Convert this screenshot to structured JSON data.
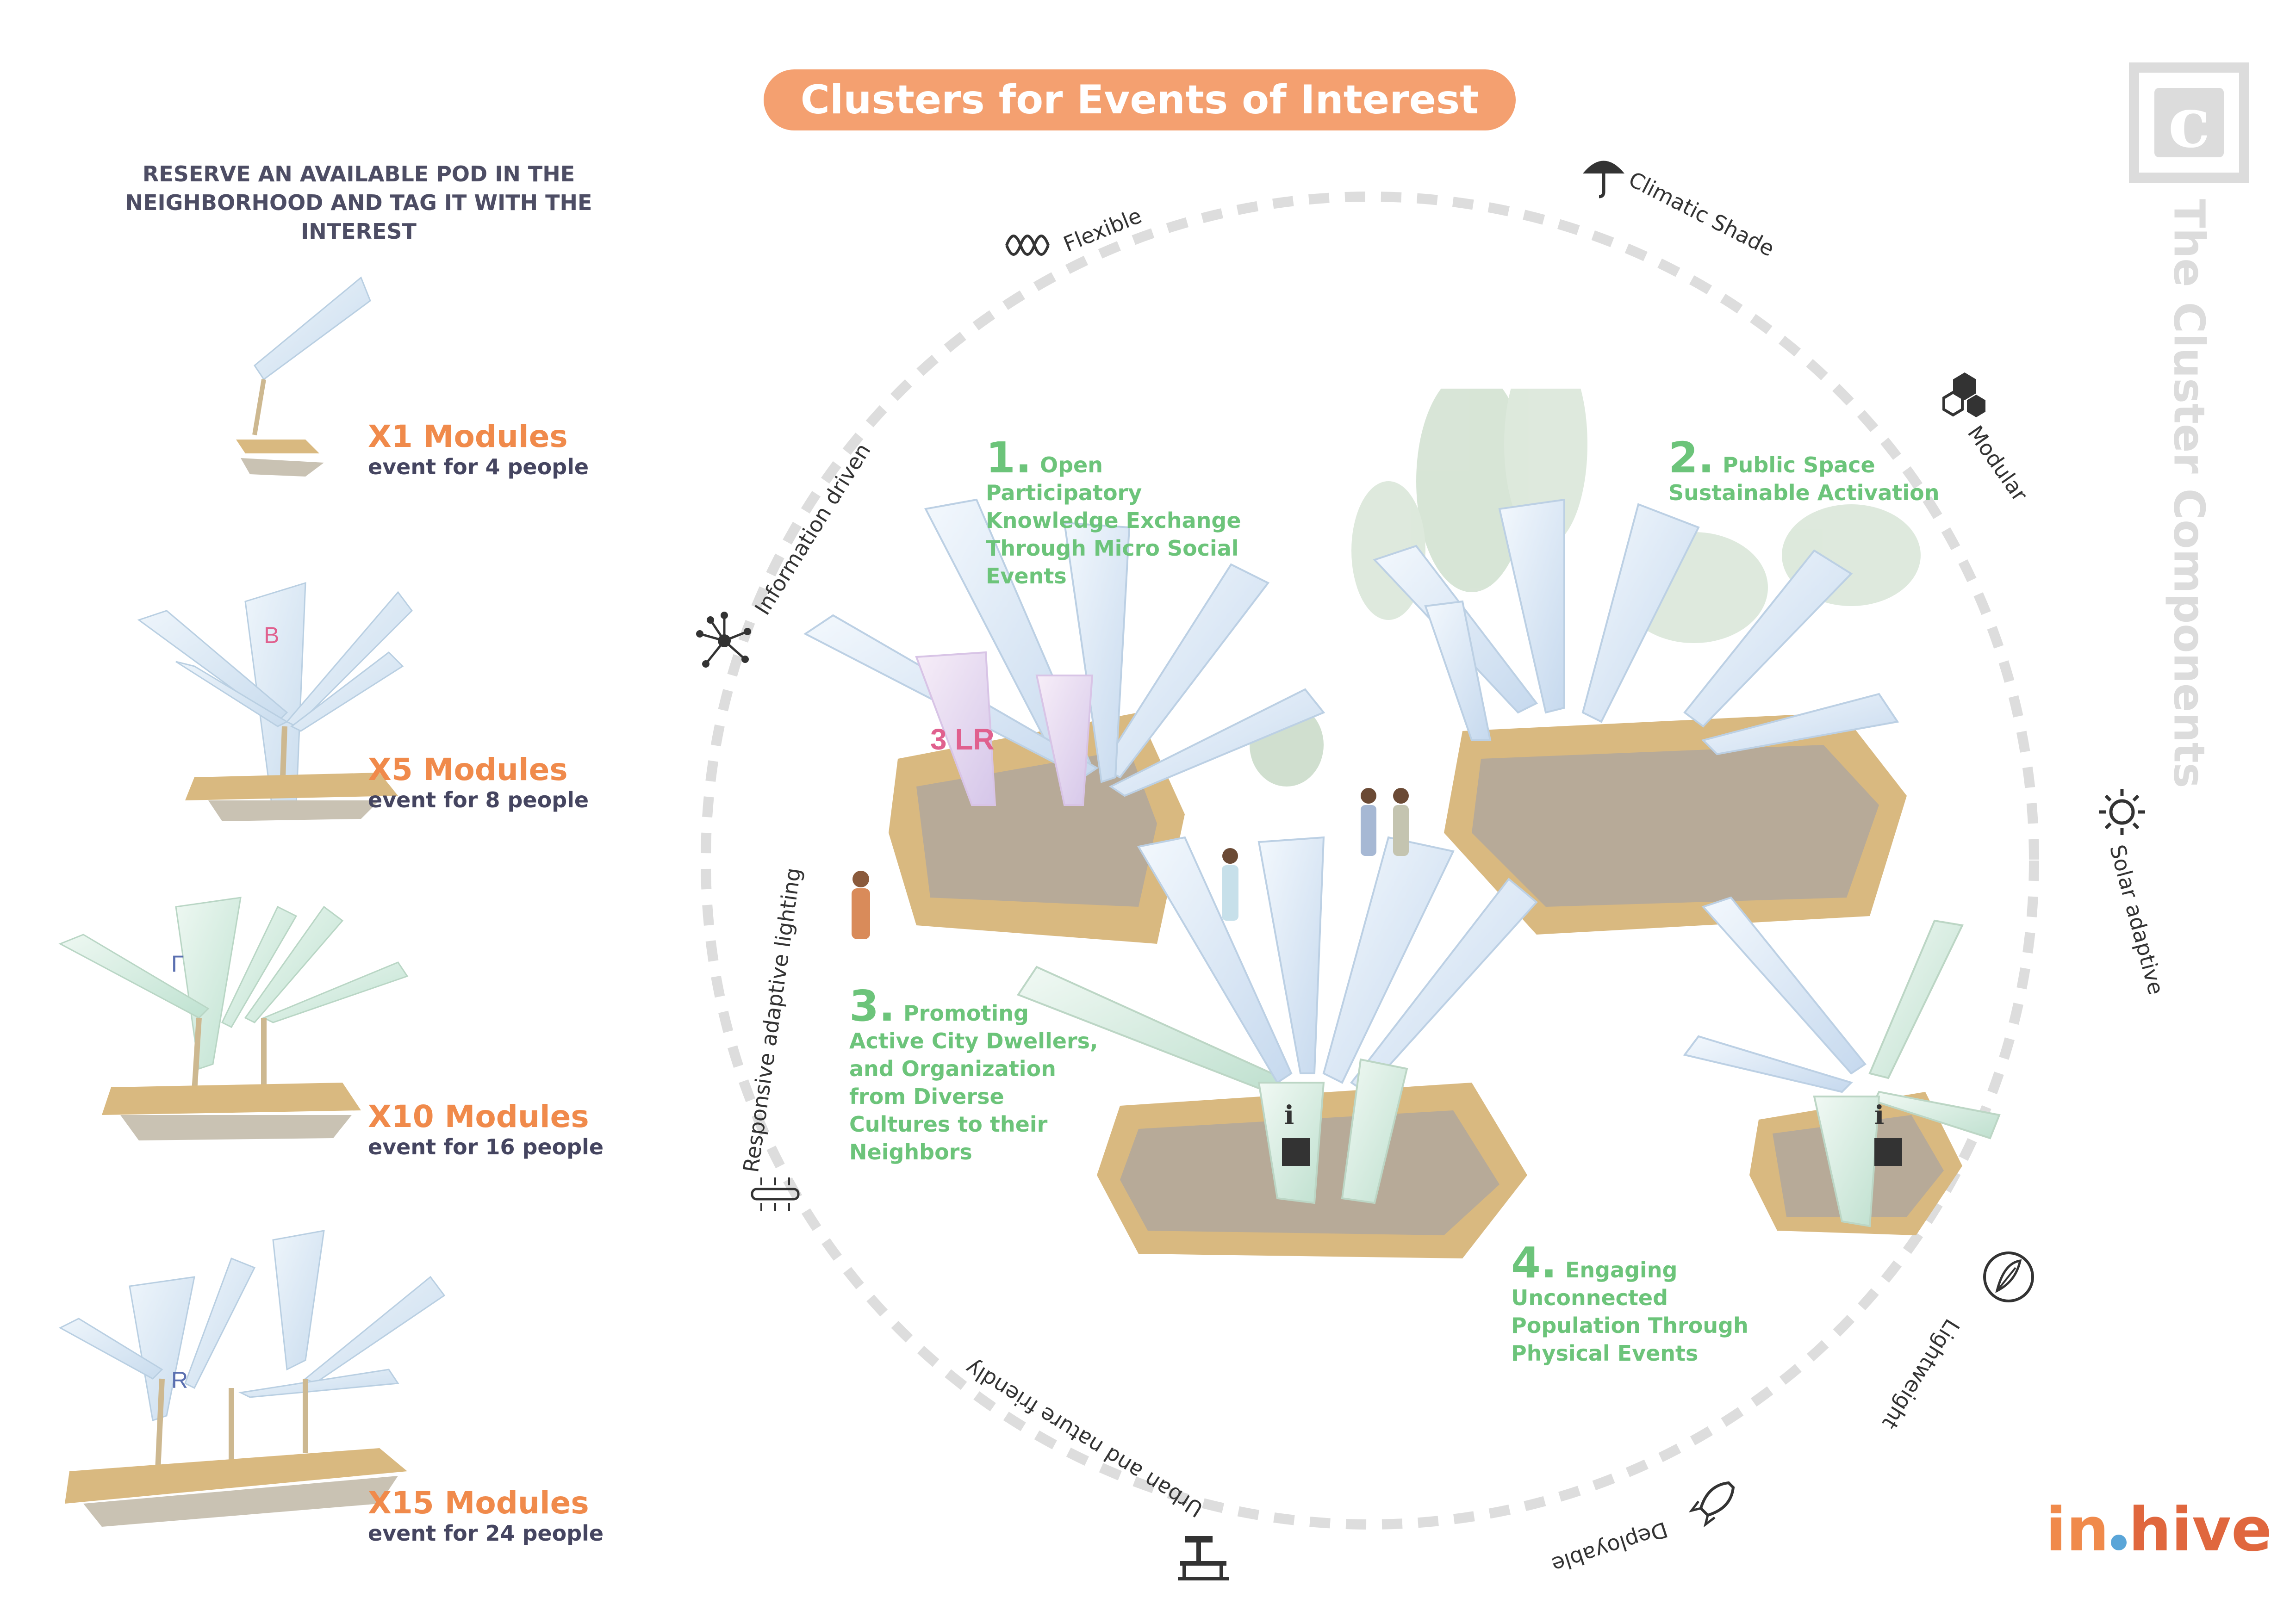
{
  "title": "Clusters for Events of Interest",
  "badge": {
    "letter": "c",
    "side_title": "The Cluster Components"
  },
  "intro": "RESERVE AN AVAILABLE POD IN THE NEIGHBORHOOD AND TAG IT WITH THE INTEREST",
  "modules": [
    {
      "title": "X1 Modules",
      "subtitle": "event for 4 people"
    },
    {
      "title": "X5 Modules",
      "subtitle": "event for 8 people"
    },
    {
      "title": "X10 Modules",
      "subtitle": "event for 16 people"
    },
    {
      "title": "X15 Modules",
      "subtitle": "event for 24 people"
    }
  ],
  "descriptions": [
    {
      "num": "1.",
      "text": "Open Participatory Knowledge Exchange Through Micro Social Events"
    },
    {
      "num": "2.",
      "text": "Public Space Sustainable Activation"
    },
    {
      "num": "3.",
      "text": "Promoting Active City Dwellers, and Organization from Diverse Cultures to their Neighbors"
    },
    {
      "num": "4.",
      "text": "Engaging Unconnected Population Through Physical Events"
    }
  ],
  "ring_features": [
    {
      "label": "Flexible",
      "icon": "wave-icon"
    },
    {
      "label": "Climatic Shade",
      "icon": "umbrella-icon"
    },
    {
      "label": "Modular",
      "icon": "hexagon-cluster-icon"
    },
    {
      "label": "Solar adaptive",
      "icon": "sun-icon"
    },
    {
      "label": "Lightweight",
      "icon": "feather-icon"
    },
    {
      "label": "Deployable",
      "icon": "rocket-icon"
    },
    {
      "label": "Urban and nature friendly",
      "icon": "bench-icon"
    },
    {
      "label": "Responsive adaptive lighting",
      "icon": "light-tube-icon"
    },
    {
      "label": "Information driven",
      "icon": "network-icon"
    }
  ],
  "pod_marks": {
    "pod_1": "3 LR",
    "x5": "B",
    "x10": "Г",
    "x15": "R",
    "info": "i"
  },
  "logo": {
    "part1": "in",
    "part2": "hive"
  },
  "colors": {
    "orange": "#f4a070",
    "green": "#6cc47a",
    "navy": "#454560",
    "ring": "#dddddd",
    "canopy": "#dbe9f5",
    "deck": "#d9b980"
  }
}
